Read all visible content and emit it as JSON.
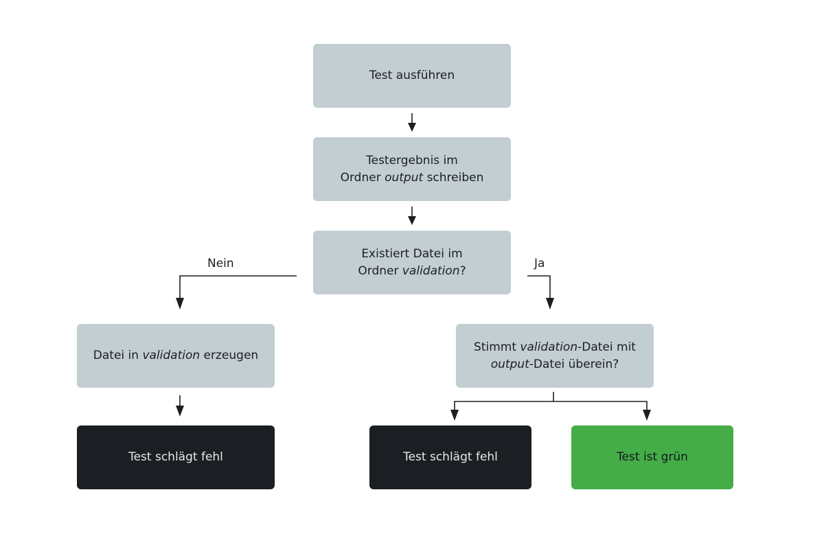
{
  "nodes": {
    "run_test": {
      "text": "Test ausführen"
    },
    "write_result": {
      "line1": "Testergebnis im",
      "line2_prefix": "Ordner ",
      "line2_italic": "output",
      "line2_suffix": " schreiben"
    },
    "file_exists": {
      "line1": "Existiert Datei im",
      "line2_prefix": "Ordner ",
      "line2_italic": "validation",
      "line2_suffix": "?"
    },
    "create_file": {
      "prefix": "Datei in ",
      "italic": "validation",
      "suffix": " erzeugen"
    },
    "files_match": {
      "line1_prefix": "Stimmt ",
      "line1_italic": "validation",
      "line1_suffix": "-Datei mit",
      "line2_italic": "output",
      "line2_suffix": "-Datei überein?"
    },
    "fail_left": {
      "text": "Test schlägt fehl"
    },
    "fail_right": {
      "text": "Test schlägt fehl"
    },
    "pass": {
      "text": "Test ist grün"
    }
  },
  "edge_labels": {
    "no": "Nein",
    "yes": "Ja"
  },
  "colors": {
    "process": "#c3ced3",
    "fail": "#1b1e22",
    "pass": "#44ad48",
    "line": "#1b1e22"
  }
}
